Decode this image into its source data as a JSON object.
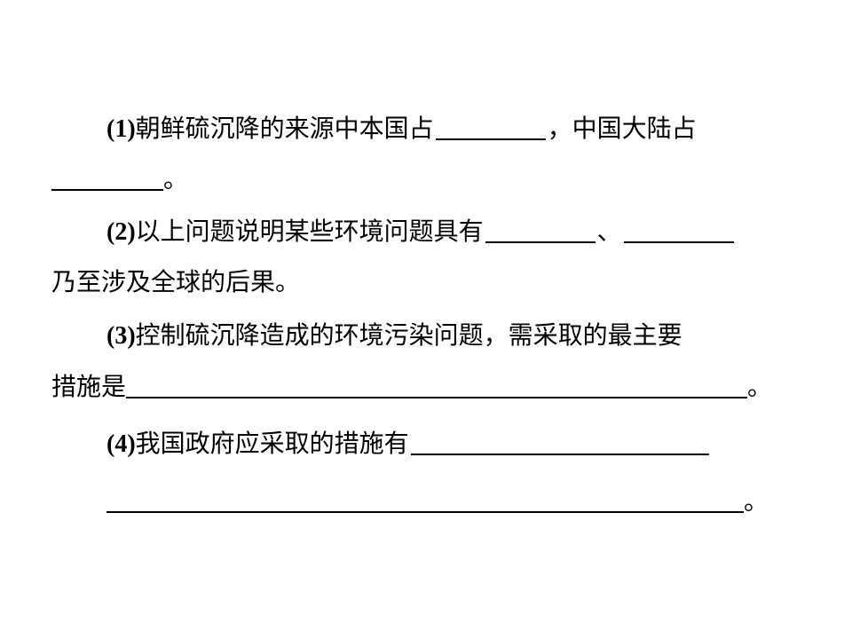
{
  "questions": [
    {
      "number": "(1)",
      "text_a": "朝鲜硫沉降的来源中本国占",
      "text_b": "，中国大陆占",
      "end": "。"
    },
    {
      "number": "(2)",
      "text_a": "以上问题说明某些环境问题具有",
      "sep": "、",
      "text_b": "乃至涉及全球的后果。"
    },
    {
      "number": "(3)",
      "text_a": "控制硫沉降造成的环境污染问题，需采取的最主要",
      "text_b": "措施是",
      "end": "。"
    },
    {
      "number": "(4)",
      "text_a": "我国政府应采取的措施有",
      "end": "。"
    }
  ]
}
